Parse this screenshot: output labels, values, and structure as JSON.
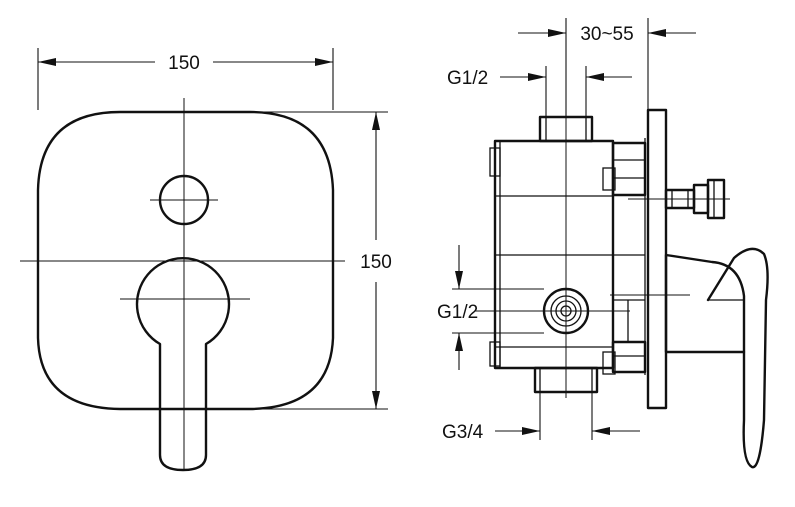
{
  "front_view": {
    "width_label": "150",
    "height_label": "150"
  },
  "side_view": {
    "depth_label": "30~55",
    "top_inlet_label": "G1/2",
    "side_inlet_label": "G1/2",
    "bottom_outlet_label": "G3/4"
  }
}
